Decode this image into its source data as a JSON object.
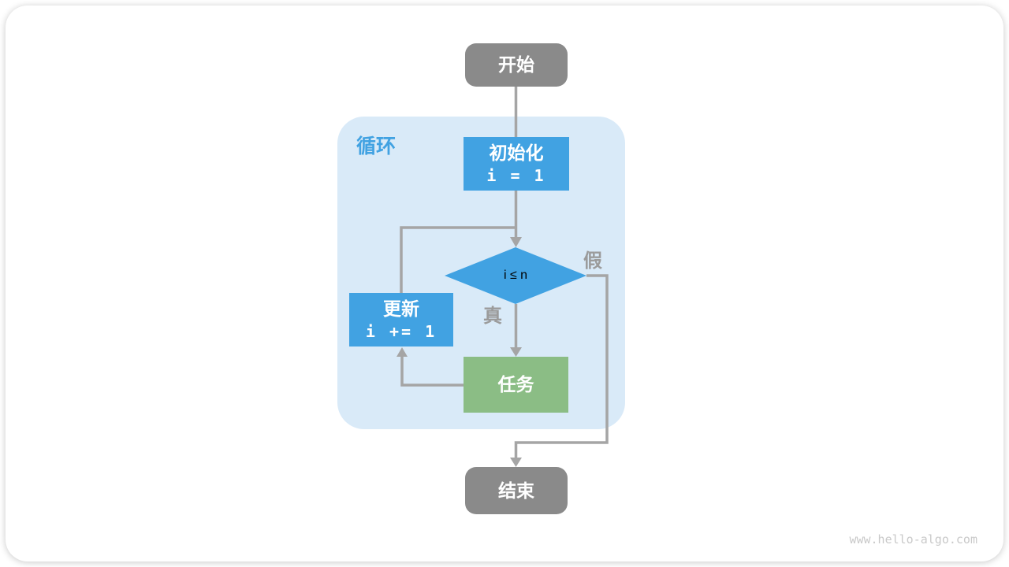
{
  "page": {
    "watermark": "www.hello-algo.com"
  },
  "diagram": {
    "loop_label": "循环",
    "nodes": {
      "start": {
        "label": "开始"
      },
      "init": {
        "line1": "初始化",
        "line2": "i = 1"
      },
      "condition": {
        "label": "i ≤ n"
      },
      "update": {
        "line1": "更新",
        "line2": "i += 1"
      },
      "task": {
        "label": "任务"
      },
      "end": {
        "label": "结束"
      }
    },
    "edges": {
      "true_label": "真",
      "false_label": "假"
    },
    "colors": {
      "process_blue": "#41A2E2",
      "loop_container_bg": "#D9EAF8",
      "task_green": "#8BBD85",
      "terminal_gray": "#8A8A8A",
      "connector_gray": "#A5A5A5",
      "edge_label_gray": "#9B9B9B",
      "loop_label_blue": "#41A2E2",
      "watermark_gray": "#C9C9C9"
    }
  }
}
